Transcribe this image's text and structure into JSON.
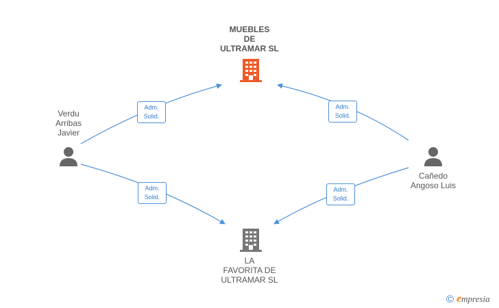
{
  "nodes": {
    "company_main": {
      "label_lines": [
        "MUEBLES",
        "DE",
        "ULTRAMAR SL"
      ],
      "color": "#f05a28"
    },
    "company_other": {
      "label_lines": [
        "LA",
        "FAVORITA DE",
        "ULTRAMAR SL"
      ],
      "color": "#777777"
    },
    "person_left": {
      "label_lines": [
        "Verdu",
        "Arribas",
        "Javier"
      ],
      "color": "#666666"
    },
    "person_right": {
      "label_lines": [
        "Cañedo",
        "Angoso Luis"
      ],
      "color": "#666666"
    }
  },
  "relations": [
    {
      "from": "person_left",
      "to": "company_main",
      "lines": [
        "Adm.",
        "Solid."
      ]
    },
    {
      "from": "person_left",
      "to": "company_other",
      "lines": [
        "Adm.",
        "Solid."
      ]
    },
    {
      "from": "person_right",
      "to": "company_main",
      "lines": [
        "Adm.",
        "Solid."
      ]
    },
    {
      "from": "person_right",
      "to": "company_other",
      "lines": [
        "Adm.",
        "Solid."
      ]
    }
  ],
  "edge_color": "#4a90d9",
  "footer": {
    "copyright": "©",
    "brand_initial": "e",
    "brand_rest": "mpresia"
  }
}
